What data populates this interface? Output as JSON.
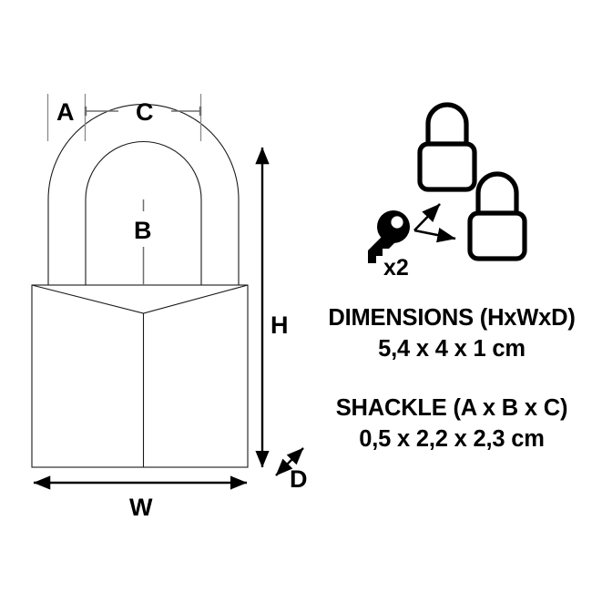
{
  "diagram": {
    "title": "Padlock technical dimensions diagram",
    "product": "padlock",
    "line_color": "#1a1a1a",
    "text_color": "#000000",
    "extension_line_color": "#8a8a8a",
    "background": "#ffffff"
  },
  "dimension_labels": {
    "a": "A",
    "b": "B",
    "c": "C",
    "h": "H",
    "w": "W",
    "d": "D"
  },
  "key_group": {
    "multiplier": "x2",
    "key_icon": "key-icon",
    "lock_icon_top": "padlock-icon",
    "lock_icon_bottom": "padlock-icon",
    "arrow_up": "arrow-up-right-icon",
    "arrow_right": "arrow-right-icon"
  },
  "specs": [
    {
      "heading": "DIMENSIONS (HxWxD)",
      "value": "5,4 x 4 x 1 cm"
    },
    {
      "heading": "SHACKLE (A x B x C)",
      "value": "0,5 x 2,2 x 2,3 cm"
    }
  ]
}
